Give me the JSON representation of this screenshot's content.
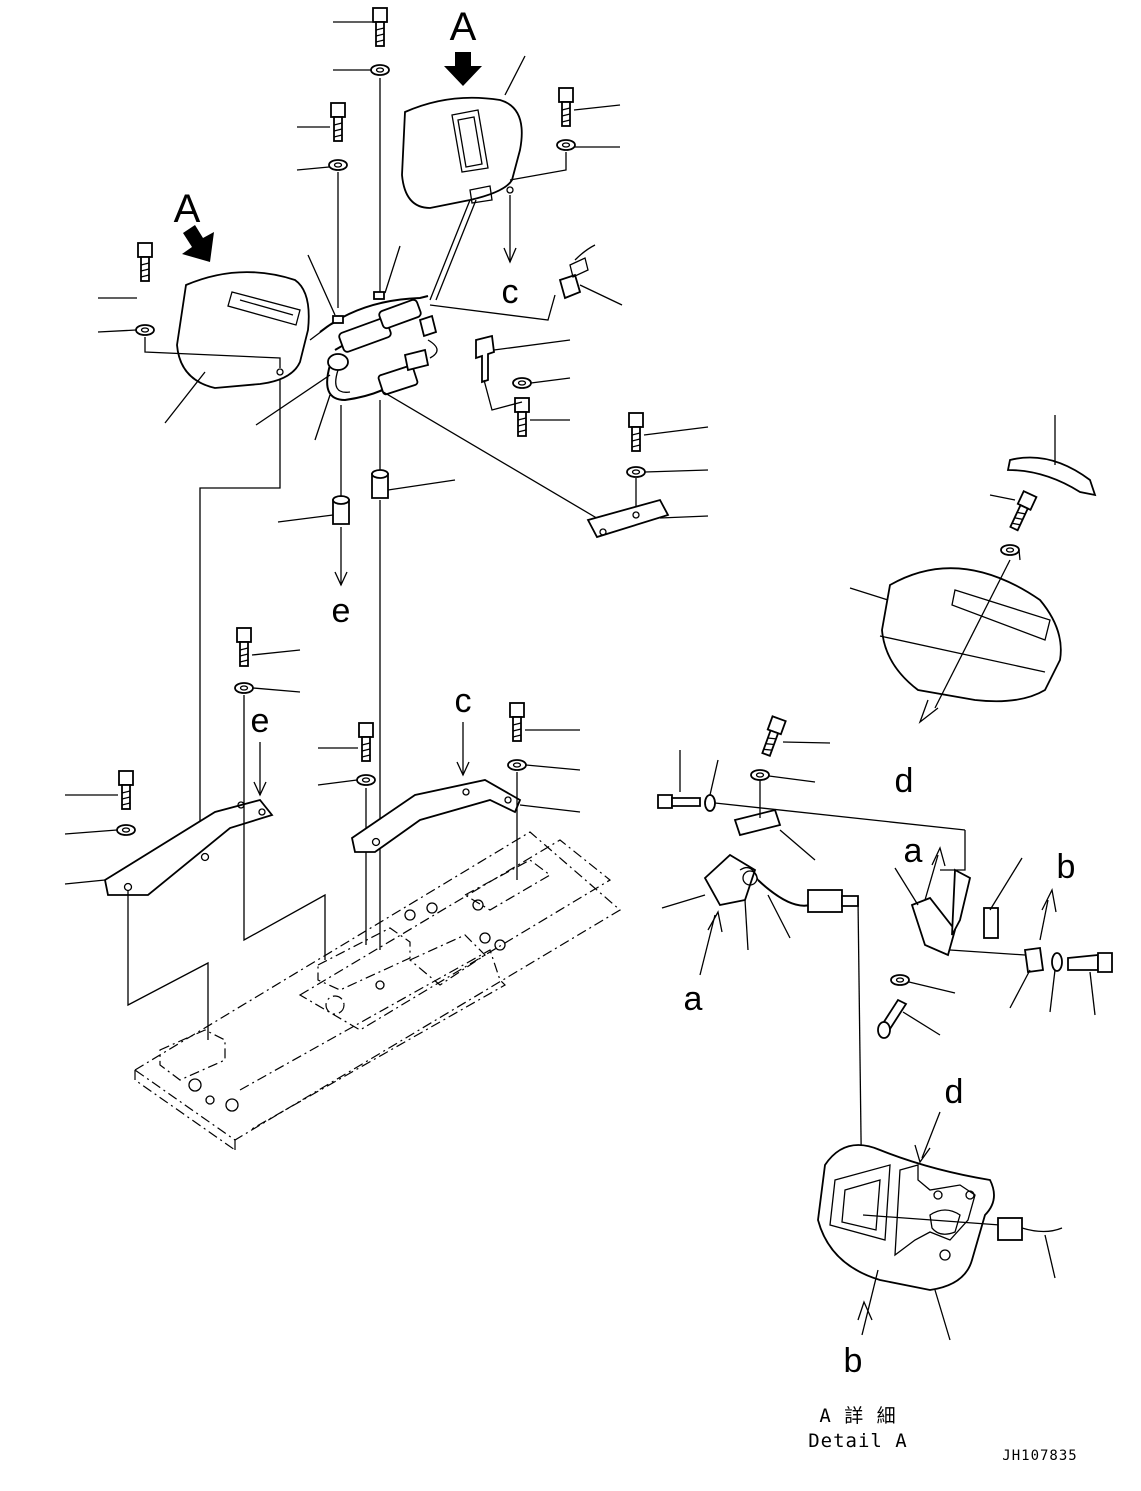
{
  "view_labels": {
    "view_a_top": "A",
    "view_a_left": "A"
  },
  "reference_letters": {
    "c_top": "c",
    "c_mid": "c",
    "e_top": "e",
    "e_mid": "e",
    "d_right": "d",
    "d_lower": "d",
    "a_upper": "a",
    "a_lower": "a",
    "b_upper": "b",
    "b_lower": "b"
  },
  "detail_caption": {
    "japanese": "A 詳 細",
    "english": "Detail A"
  },
  "drawing_code": "JH107835"
}
